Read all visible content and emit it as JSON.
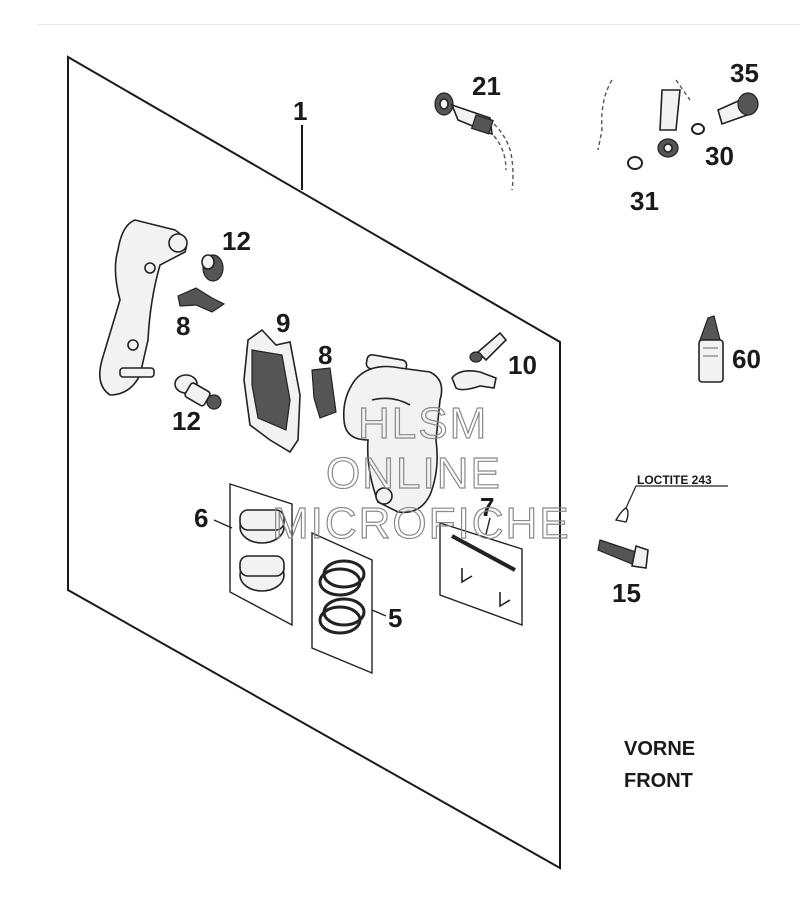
{
  "callouts": {
    "c1": "1",
    "c21": "21",
    "c35": "35",
    "c30": "30",
    "c31": "31",
    "c12a": "12",
    "c8a": "8",
    "c9": "9",
    "c8b": "8",
    "c10": "10",
    "c12b": "12",
    "c60": "60",
    "c6": "6",
    "c7": "7",
    "c5": "5",
    "c15": "15"
  },
  "loctite_label": "LOCTITE 243",
  "direction": {
    "de": "VORNE",
    "en": "FRONT"
  },
  "watermark": {
    "line1": "HLSM",
    "line2": "ONLINE",
    "line3": "MICROFICHE"
  },
  "colors": {
    "ink": "#1a1a1a",
    "watermark": "#8a8a8a",
    "background": "#ffffff"
  }
}
